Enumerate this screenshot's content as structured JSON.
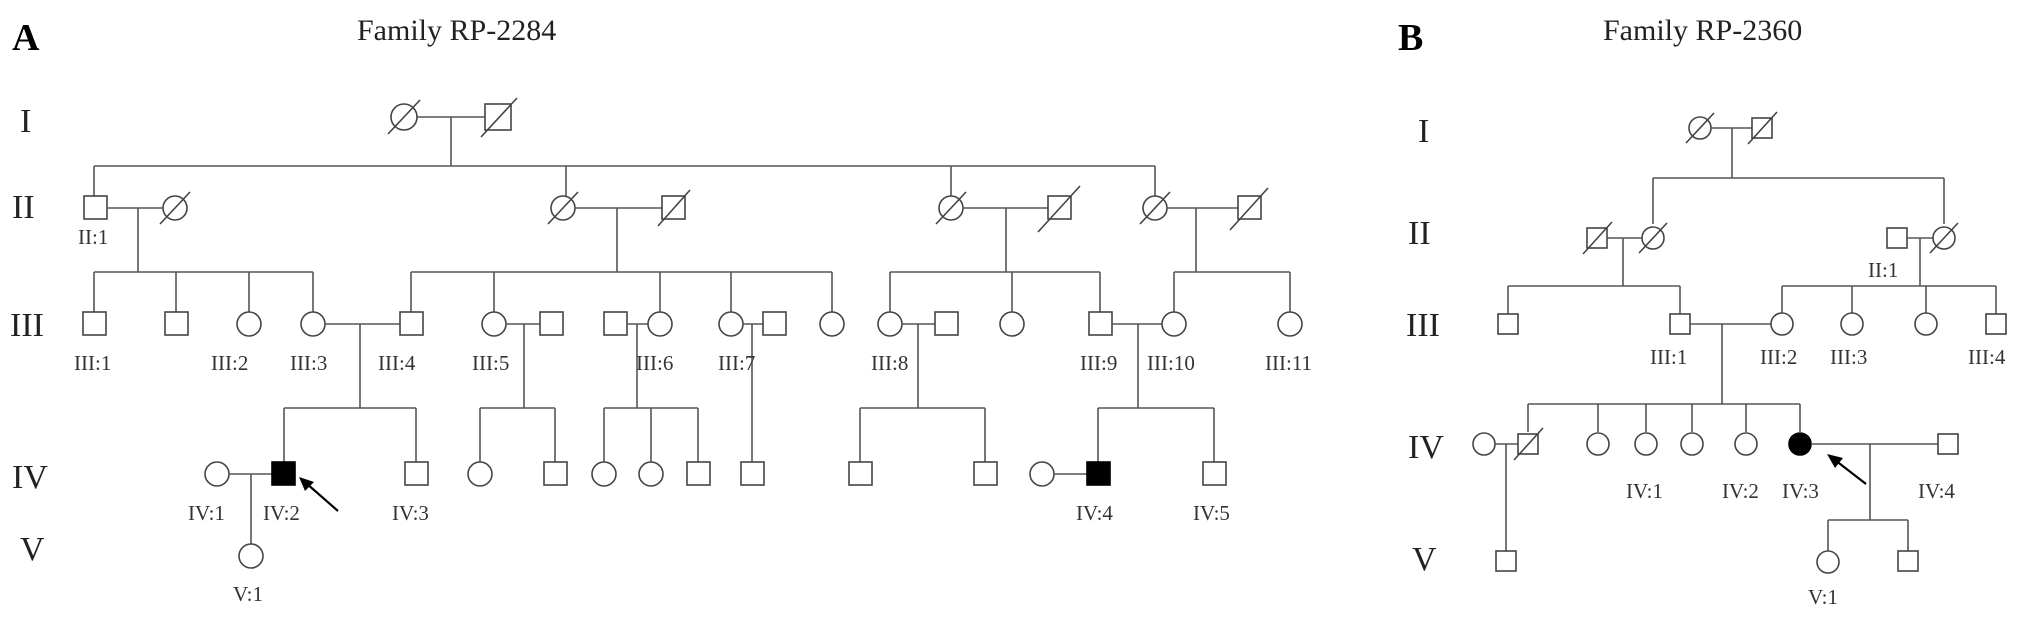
{
  "panels": [
    {
      "letter": "A",
      "title": "Family RP-2284",
      "generations": [
        "I",
        "II",
        "III",
        "IV",
        "V"
      ],
      "individual_labels": [
        "II:1",
        "III:1",
        "III:2",
        "III:3",
        "III:4",
        "III:5",
        "III:6",
        "III:7",
        "III:8",
        "III:9",
        "III:10",
        "III:11",
        "IV:1",
        "IV:2",
        "IV:3",
        "IV:4",
        "IV:5",
        "V:1"
      ],
      "affected": [
        "IV:2",
        "IV:4"
      ],
      "proband": "IV:2"
    },
    {
      "letter": "B",
      "title": "Family RP-2360",
      "generations": [
        "I",
        "II",
        "III",
        "IV",
        "V"
      ],
      "individual_labels": [
        "II:1",
        "III:1",
        "III:2",
        "III:3",
        "III:4",
        "IV:1",
        "IV:2",
        "IV:3",
        "IV:4",
        "V:1"
      ],
      "affected": [
        "IV:3"
      ],
      "proband": "IV:3"
    }
  ],
  "colors": {
    "affected": "#000000",
    "unaffected": "#ffffff",
    "line": "#555555"
  }
}
